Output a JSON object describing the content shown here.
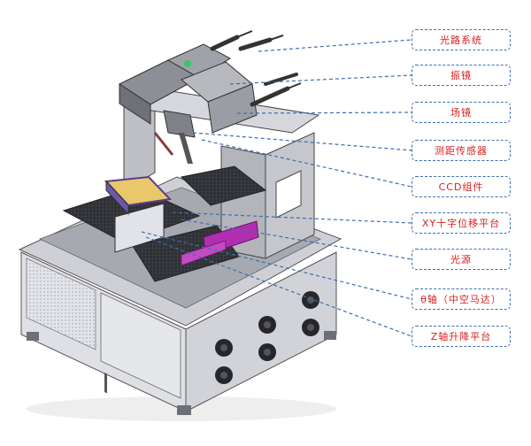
{
  "callouts": [
    {
      "label": "光路系统"
    },
    {
      "label": "振镜"
    },
    {
      "label": "场镜"
    },
    {
      "label": "测距传感器"
    },
    {
      "label": "CCD组件"
    },
    {
      "label": "XY十字位移平台"
    },
    {
      "label": "光源"
    },
    {
      "label": "θ轴（中空马达）"
    },
    {
      "label": "Z轴升降平台"
    }
  ],
  "colors": {
    "label_text": "#d61f1f",
    "box_border": "#3c6fb0",
    "leader_line": "#3c6fb0",
    "cabinet": "#dcdde2",
    "frame": "#c8c9cf",
    "accent_magenta": "#b02fb0",
    "lcd_yellow": "#e8c86a"
  },
  "icons": [
    "fan-icon",
    "laser-head-icon",
    "cable-icon"
  ]
}
